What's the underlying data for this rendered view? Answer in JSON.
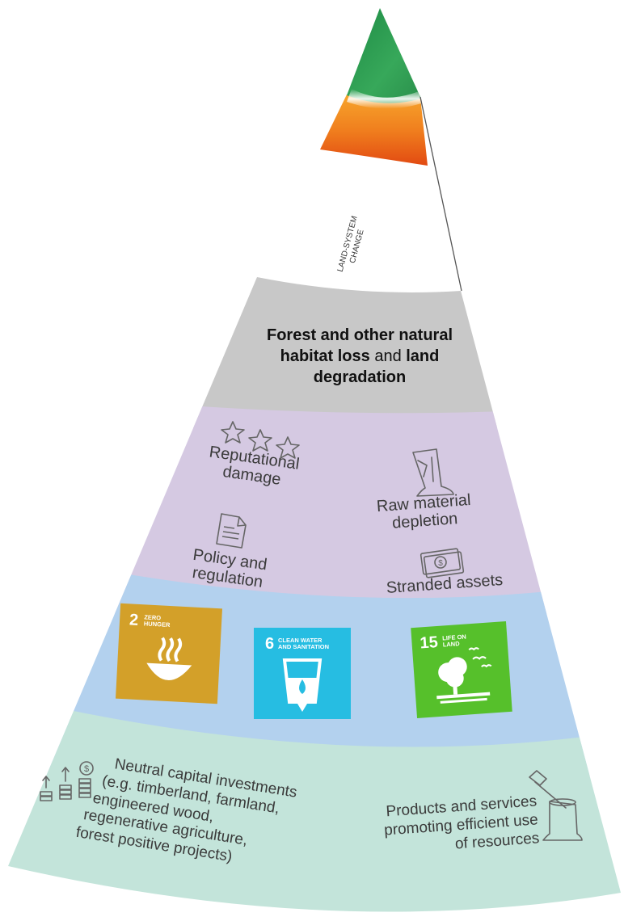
{
  "top_label": "LAND-SYSTEM CHANGE",
  "title": {
    "bold1": "Forest and other natural habitat loss",
    "mid": " and ",
    "bold2": "land degradation"
  },
  "risks": {
    "reputational": "Reputational damage",
    "raw_material": "Raw material depletion",
    "policy": "Policy and regulation",
    "stranded": "Stranded assets"
  },
  "sdgs": [
    {
      "number": "2",
      "label": "ZERO HUNGER",
      "color": "#D3A029"
    },
    {
      "number": "6",
      "label": "CLEAN WATER AND SANITATION",
      "color": "#26BDE2"
    },
    {
      "number": "15",
      "label": "LIFE ON LAND",
      "color": "#56C02B"
    }
  ],
  "opportunities": {
    "neutral_line1": "Neutral capital investments",
    "neutral_line2": "(e.g. timberland, farmland,",
    "neutral_line3": "engineered wood,",
    "neutral_line4": "regenerative agriculture,",
    "neutral_line5": "forest positive projects)",
    "products_line1": "Products and services",
    "products_line2": "promoting efficient use",
    "products_line3": "of resources"
  },
  "colors": {
    "grey_band": "#C8C8C8",
    "purple_band": "#D5C9E2",
    "blue_band": "#B3D1EE",
    "green_band": "#C3E4DA",
    "cone_green": "#2E9E4F",
    "cone_orange": "#F07F1E"
  }
}
